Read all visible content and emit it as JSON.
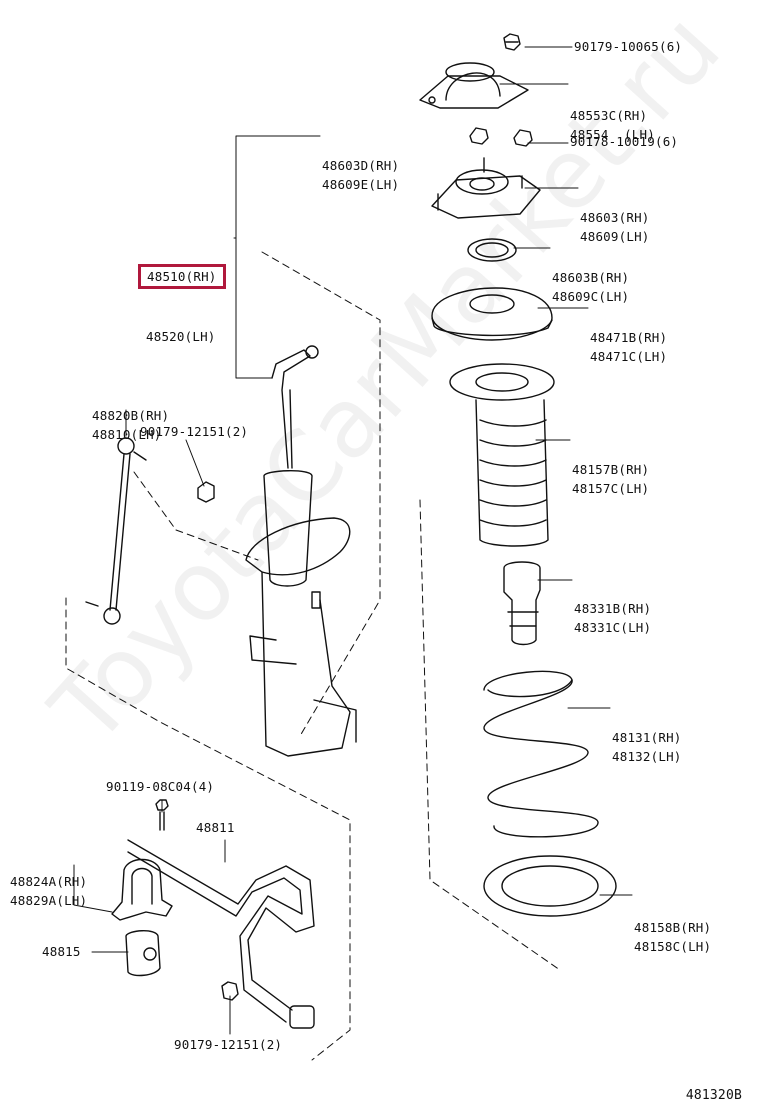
{
  "watermark": "ToyotaCarMarket.ru",
  "highlight_color": "#b0183c",
  "figure_code": "481320B",
  "labels": {
    "top_nut": "90179-10065(6)",
    "support_cover_rh": "48553C(RH)",
    "support_cover_lh": "48554  (LH)",
    "support_nut": "90178-10019(6)",
    "support_rh": "48603(RH)",
    "support_lh": "48609(LH)",
    "bearing_rh": "48603B(RH)",
    "bearing_lh": "48609C(LH)",
    "upper_seat_rh": "48471B(RH)",
    "upper_seat_lh": "48471C(LH)",
    "boot_rh": "48157B(RH)",
    "boot_lh": "48157C(LH)",
    "bumper_rh": "48331B(RH)",
    "bumper_lh": "48331C(LH)",
    "spring_rh": "48131(RH)",
    "spring_lh": "48132(LH)",
    "insulator_rh": "48158B(RH)",
    "insulator_lh": "48158C(LH)",
    "strut_set_rh": "48603D(RH)",
    "strut_set_lh": "48609E(LH)",
    "absorber_rh": "48510(RH)",
    "absorber_lh": "48520(LH)",
    "link_rh": "48820B(RH)",
    "link_lh": "48810(LH)",
    "link_nut": "90179-12151(2)",
    "bracket_bolt": "90119-08C04(4)",
    "stabilizer_bar": "48811",
    "bushing_bracket_rh": "48824A(RH)",
    "bushing_bracket_lh": "48829A(LH)",
    "bushing": "48815",
    "bar_nut": "90179-12151(2)"
  }
}
